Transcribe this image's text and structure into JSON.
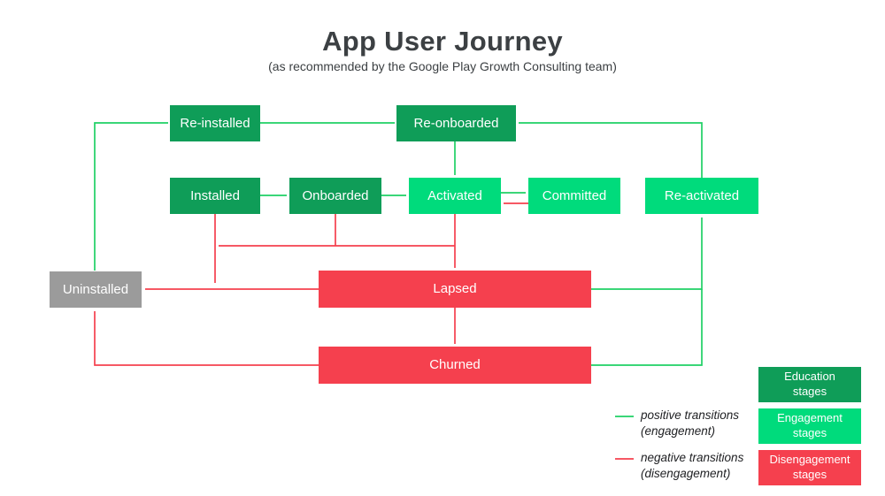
{
  "header": {
    "title": "App User Journey",
    "subtitle": "(as recommended by the Google Play Growth Consulting team)"
  },
  "colors": {
    "education_stage": "#0f9d58",
    "engagement_stage": "#00db7c",
    "disengagement_stage": "#f5404e",
    "uninstalled_gray": "#9b9b9b",
    "positive_transition_line": "#1fd065",
    "negative_transition_line": "#f5404e",
    "title_text": "#3c4043"
  },
  "nodes": {
    "re_installed": {
      "label": "Re-installed",
      "stage": "education"
    },
    "re_onboarded": {
      "label": "Re-onboarded",
      "stage": "education"
    },
    "installed": {
      "label": "Installed",
      "stage": "education"
    },
    "onboarded": {
      "label": "Onboarded",
      "stage": "education"
    },
    "activated": {
      "label": "Activated",
      "stage": "engagement"
    },
    "committed": {
      "label": "Committed",
      "stage": "engagement"
    },
    "re_activated": {
      "label": "Re-activated",
      "stage": "engagement"
    },
    "uninstalled": {
      "label": "Uninstalled",
      "stage": "neutral"
    },
    "lapsed": {
      "label": "Lapsed",
      "stage": "disengagement"
    },
    "churned": {
      "label": "Churned",
      "stage": "disengagement"
    }
  },
  "edges": [
    {
      "from": "Installed",
      "to": "Onboarded",
      "type": "positive"
    },
    {
      "from": "Onboarded",
      "to": "Activated",
      "type": "positive"
    },
    {
      "from": "Activated",
      "to": "Committed",
      "type": "positive"
    },
    {
      "from": "Committed",
      "to": "Activated",
      "type": "negative"
    },
    {
      "from": "Re-installed",
      "to": "Re-onboarded",
      "type": "positive"
    },
    {
      "from": "Re-onboarded",
      "to": "Activated",
      "type": "positive"
    },
    {
      "from": "Uninstalled",
      "to": "Re-installed",
      "type": "positive"
    },
    {
      "from": "Re-activated",
      "to": "Re-onboarded",
      "type": "positive"
    },
    {
      "from": "Lapsed",
      "to": "Re-activated",
      "type": "positive"
    },
    {
      "from": "Churned",
      "to": "Re-activated",
      "type": "positive"
    },
    {
      "from": "Activated",
      "to": "Lapsed",
      "type": "negative"
    },
    {
      "from": "Installed",
      "to": "Uninstalled",
      "type": "negative"
    },
    {
      "from": "Onboarded",
      "to": "Uninstalled",
      "type": "negative"
    },
    {
      "from": "Lapsed",
      "to": "Uninstalled",
      "type": "negative"
    },
    {
      "from": "Lapsed",
      "to": "Churned",
      "type": "negative"
    },
    {
      "from": "Churned",
      "to": "Uninstalled",
      "type": "negative"
    }
  ],
  "legend": {
    "transitions": {
      "positive": {
        "label": "positive transitions\n(engagement)"
      },
      "negative": {
        "label": "negative transitions\n(disengagement)"
      }
    },
    "stages": {
      "education": {
        "label": "Education\nstages"
      },
      "engagement": {
        "label": "Engagement\nstages"
      },
      "disengagement": {
        "label": "Disengagement\nstages"
      }
    }
  }
}
